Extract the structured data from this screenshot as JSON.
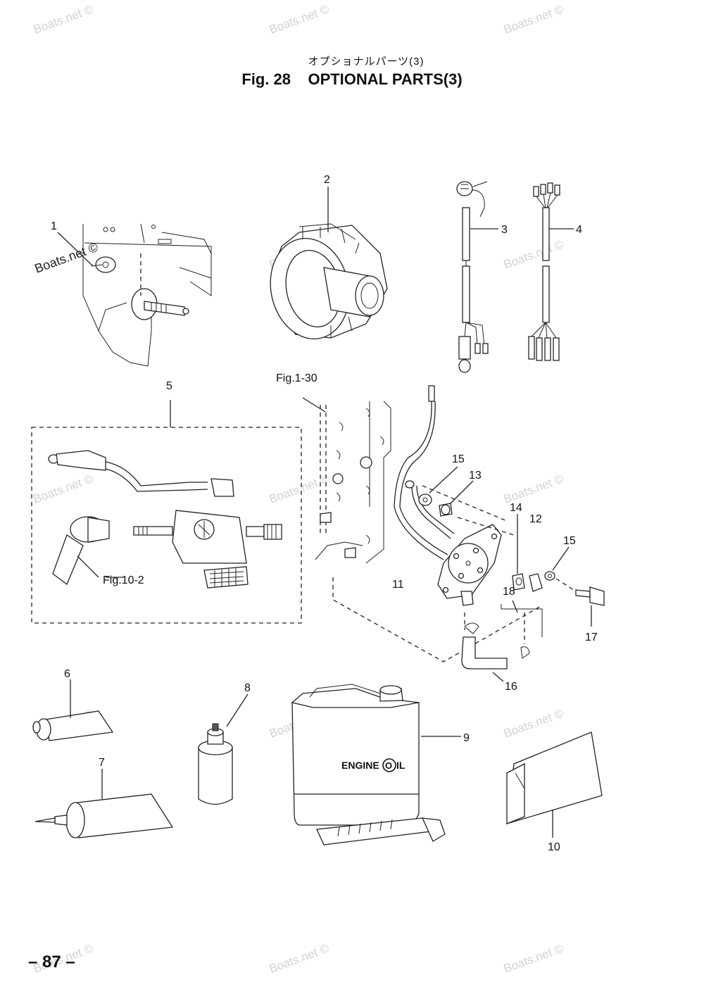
{
  "header": {
    "title_jp": "オプショナルパーツ(3)",
    "title_en": "Fig. 28    OPTIONAL PARTS(3)"
  },
  "callouts": {
    "c1": "1",
    "c2": "2",
    "c3": "3",
    "c4": "4",
    "c5": "5",
    "c6": "6",
    "c7": "7",
    "c8": "8",
    "c9": "9",
    "c10": "10",
    "c11": "11",
    "c12": "12",
    "c13": "13",
    "c14": "14",
    "c15a": "15",
    "c15b": "15",
    "c16": "16",
    "c17": "17",
    "c18": "18"
  },
  "references": {
    "fig_1_30": "Fig.1-30",
    "fig_10_2": "Fig.10-2"
  },
  "can_label": {
    "word": "ENGINE",
    "letter": "O",
    "rest": "IL"
  },
  "watermark": "Boats.net ©",
  "footer": {
    "page_number": "– 87 –"
  }
}
